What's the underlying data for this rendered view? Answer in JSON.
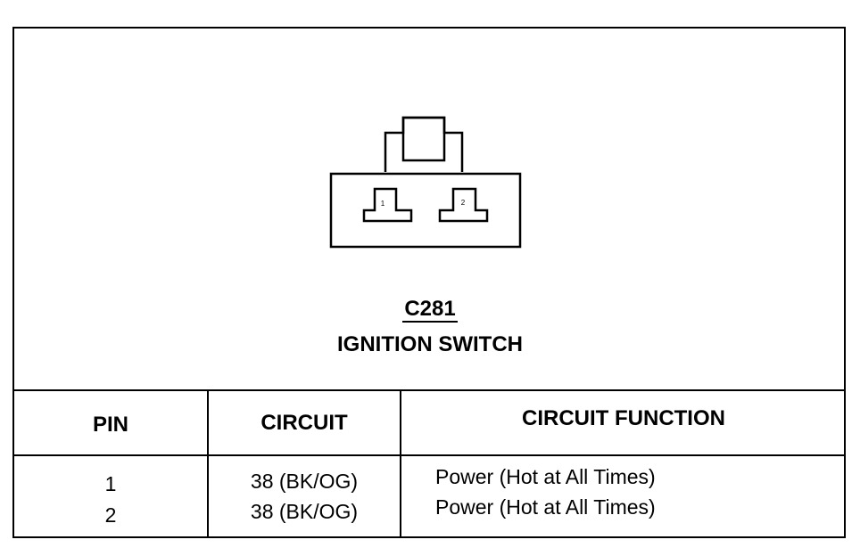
{
  "connector": {
    "id": "C281",
    "name": "IGNITION SWITCH",
    "pin_labels": [
      "1",
      "2"
    ]
  },
  "table": {
    "headers": [
      "PIN",
      "CIRCUIT",
      "CIRCUIT FUNCTION"
    ],
    "rows": [
      {
        "pin": "1",
        "circuit": "38 (BK/OG)",
        "function": "Power (Hot at All Times)"
      },
      {
        "pin": "2",
        "circuit": "38 (BK/OG)",
        "function": "Power (Hot at All Times)"
      }
    ]
  }
}
